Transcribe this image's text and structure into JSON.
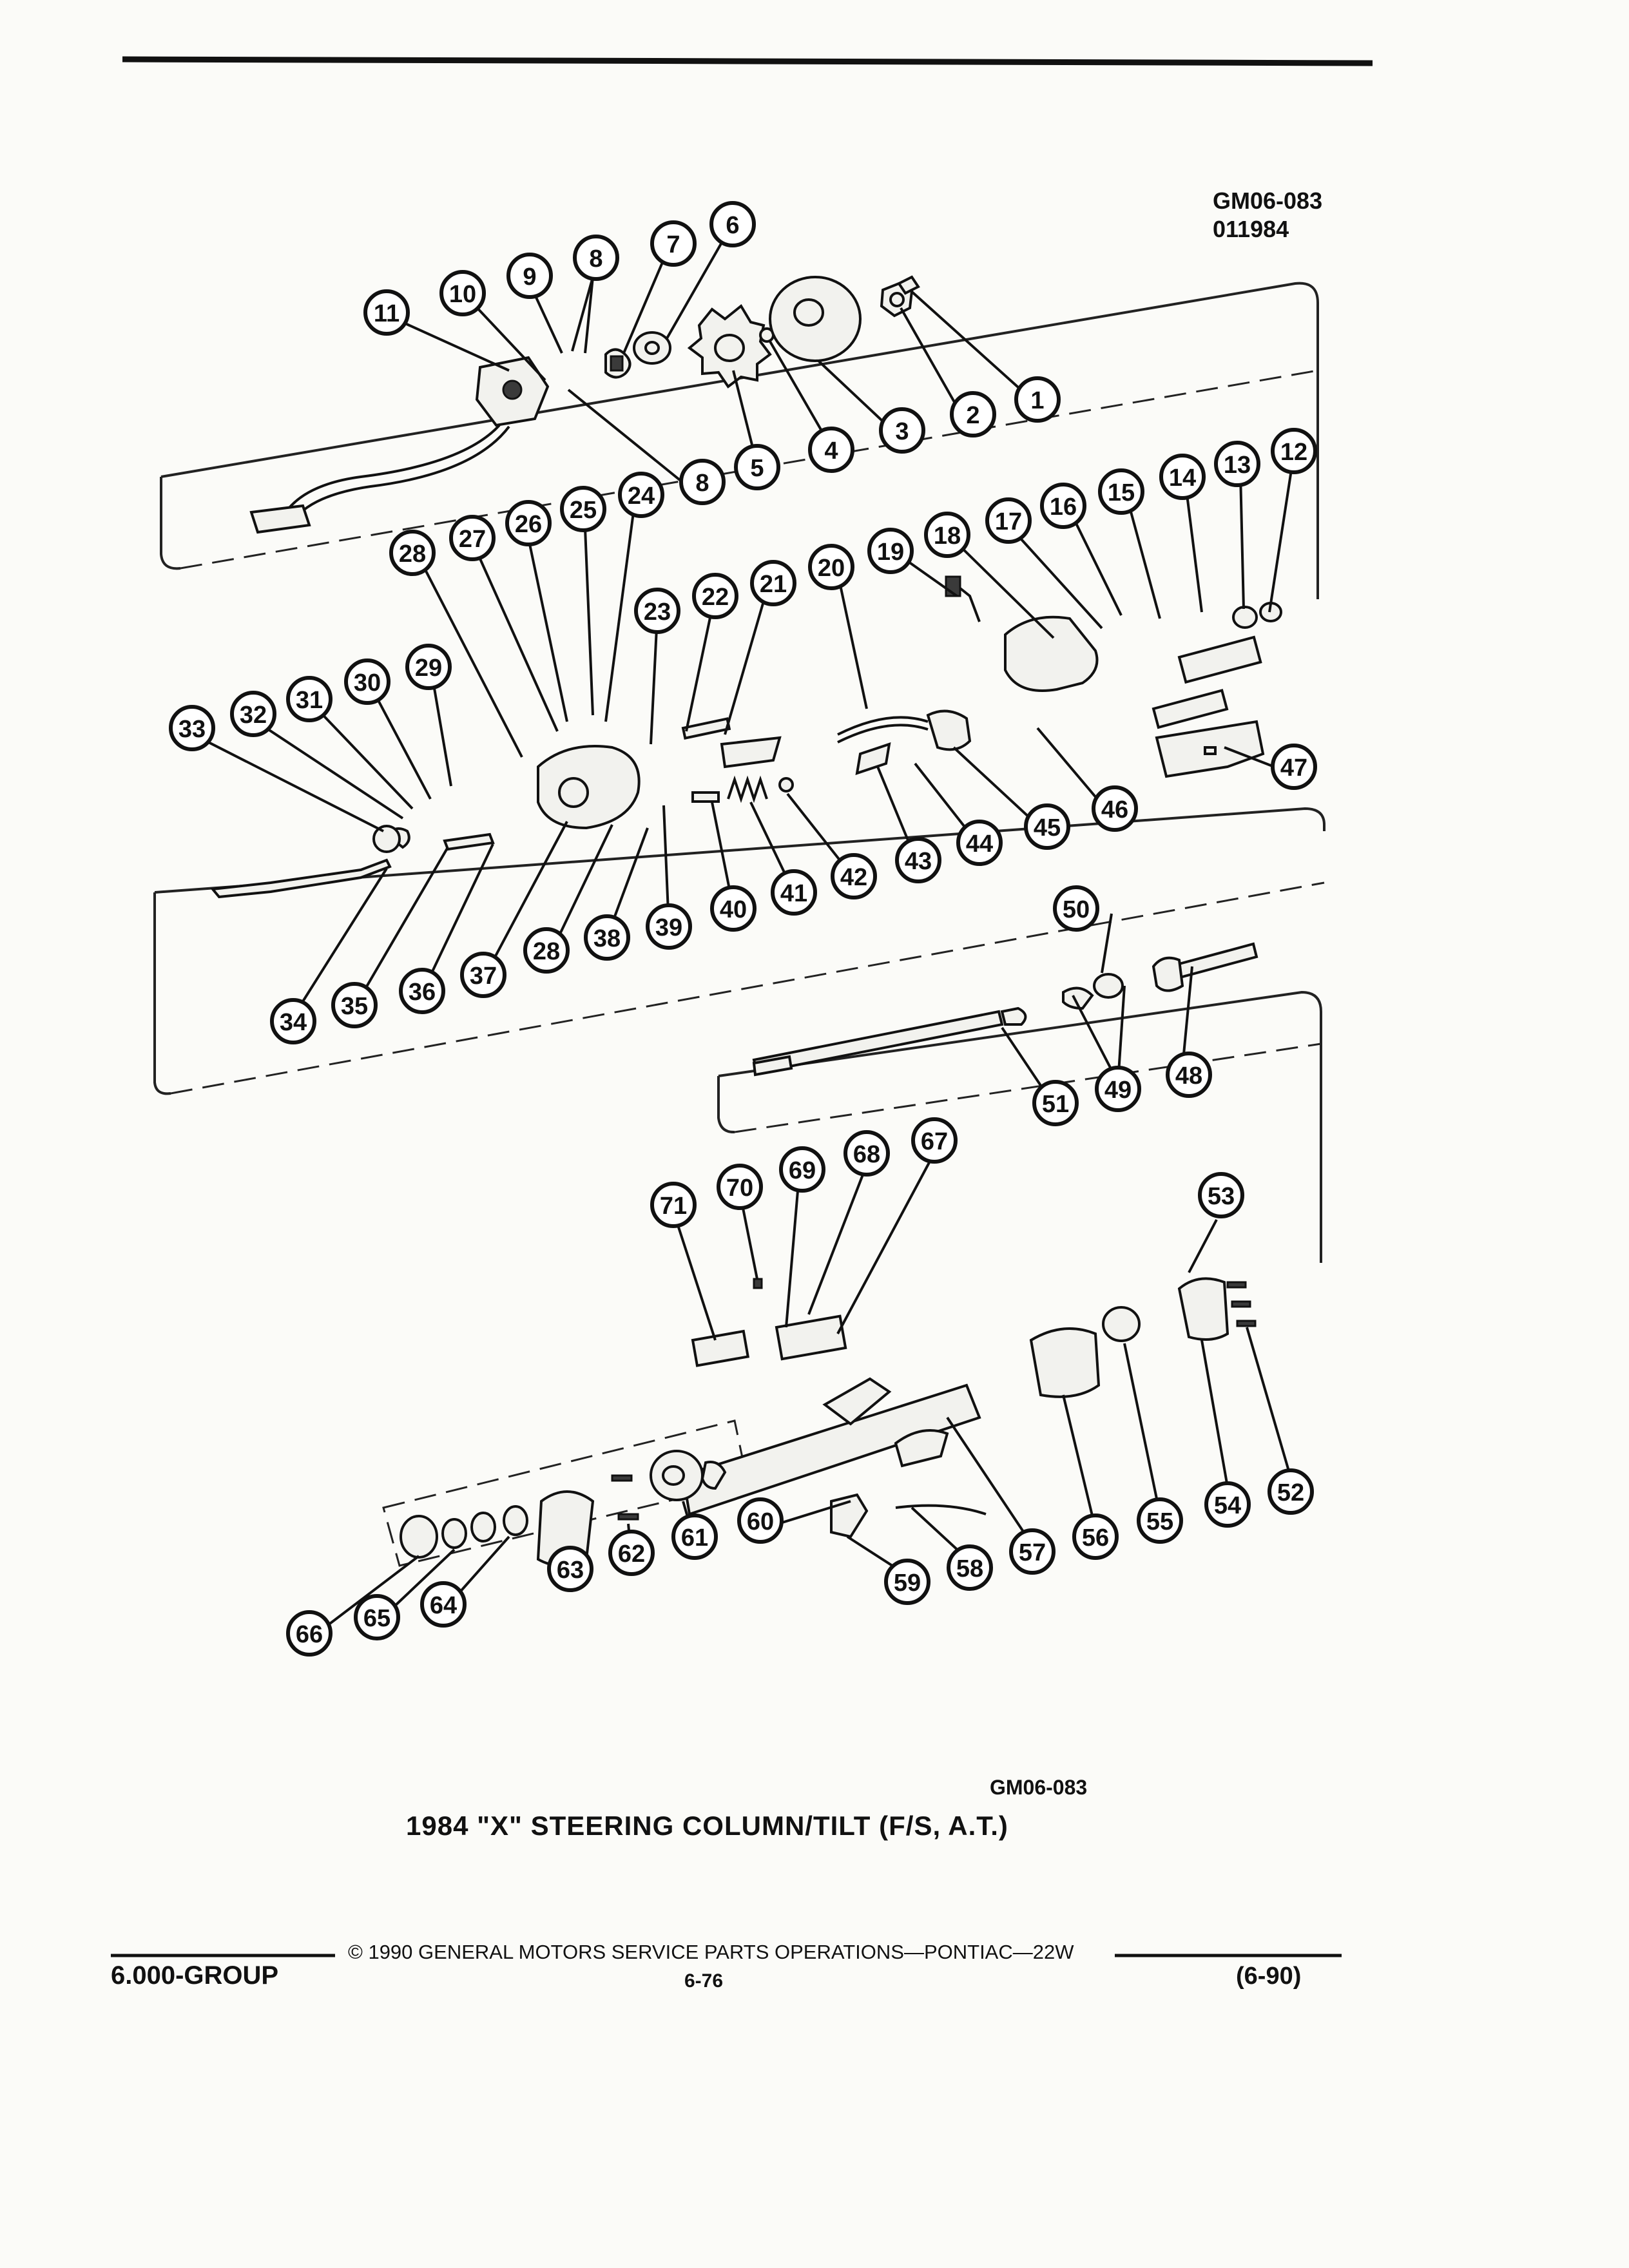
{
  "header": {
    "figure_code": "GM06-083",
    "figure_date": "011984"
  },
  "figure": {
    "code": "GM06-083",
    "title": "1984 \"X\" STEERING COLUMN/TILT (F/S, A.T.)"
  },
  "footer": {
    "copyright": "© 1990 GENERAL MOTORS SERVICE PARTS OPERATIONS—PONTIAC—22W",
    "group": "6.000-GROUP",
    "page": "6-76",
    "revision": "(6-90)"
  },
  "callouts": [
    "1",
    "2",
    "3",
    "4",
    "5",
    "6",
    "7",
    "8",
    "8",
    "9",
    "10",
    "11",
    "12",
    "13",
    "14",
    "15",
    "16",
    "17",
    "18",
    "19",
    "20",
    "21",
    "22",
    "23",
    "24",
    "25",
    "26",
    "27",
    "28",
    "28",
    "29",
    "30",
    "31",
    "32",
    "33",
    "34",
    "35",
    "36",
    "37",
    "38",
    "39",
    "40",
    "41",
    "42",
    "43",
    "44",
    "45",
    "46",
    "47",
    "48",
    "49",
    "50",
    "51",
    "52",
    "53",
    "54",
    "55",
    "56",
    "57",
    "58",
    "59",
    "60",
    "61",
    "62",
    "63",
    "64",
    "65",
    "66",
    "67",
    "68",
    "69",
    "70",
    "71"
  ],
  "colors": {
    "ink": "#111111",
    "paper": "#fbfbf8"
  }
}
